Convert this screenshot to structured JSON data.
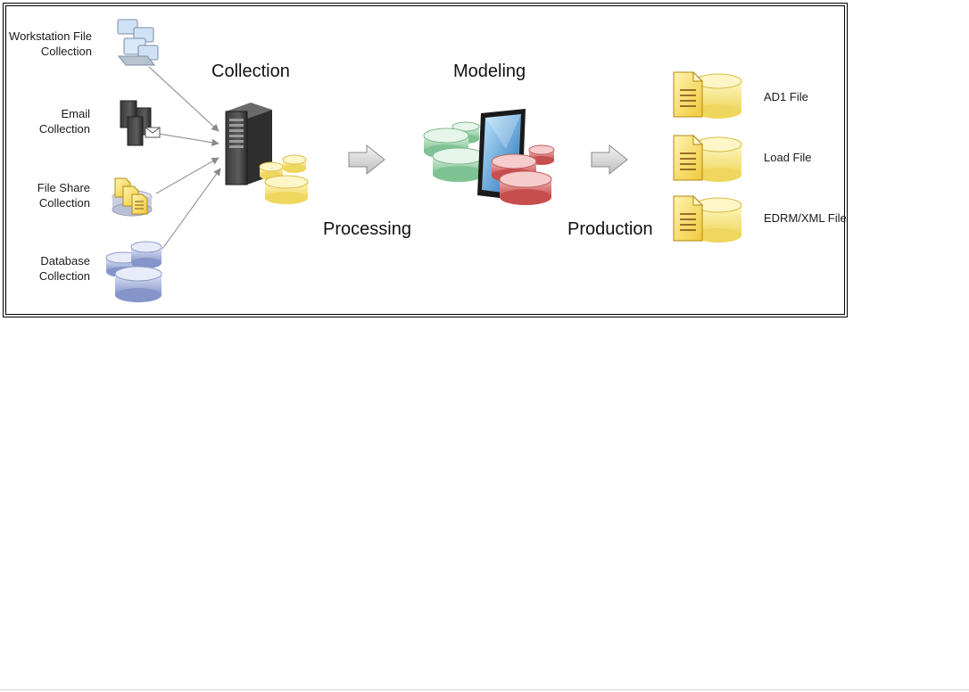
{
  "diagram": {
    "sources": [
      {
        "key": "workstation",
        "line1": "Workstation File",
        "line2": "Collection",
        "icon": "workstation-computers-icon"
      },
      {
        "key": "email",
        "line1": "Email",
        "line2": "Collection",
        "icon": "email-servers-icon"
      },
      {
        "key": "fileshare",
        "line1": "File Share",
        "line2": "Collection",
        "icon": "file-share-documents-icon"
      },
      {
        "key": "database",
        "line1": "Database",
        "line2": "Collection",
        "icon": "database-cylinders-icon"
      }
    ],
    "stages": {
      "collection": "Collection",
      "processing": "Processing",
      "modeling": "Modeling",
      "production": "Production"
    },
    "outputs": [
      {
        "key": "ad1",
        "label": "AD1 File",
        "icon": "document-database-icon"
      },
      {
        "key": "load",
        "label": "Load File",
        "icon": "document-database-icon"
      },
      {
        "key": "edrm",
        "label": "EDRM/XML File",
        "icon": "document-database-icon"
      }
    ],
    "colors": {
      "frame": "#000000",
      "collection_db": "#f3e27a",
      "modeling_green": "#8fcfa0",
      "modeling_red": "#d86a6a",
      "source_db": "#8f9fd0",
      "output_doc": "#f5d55a",
      "output_db": "#f5ea98"
    }
  }
}
